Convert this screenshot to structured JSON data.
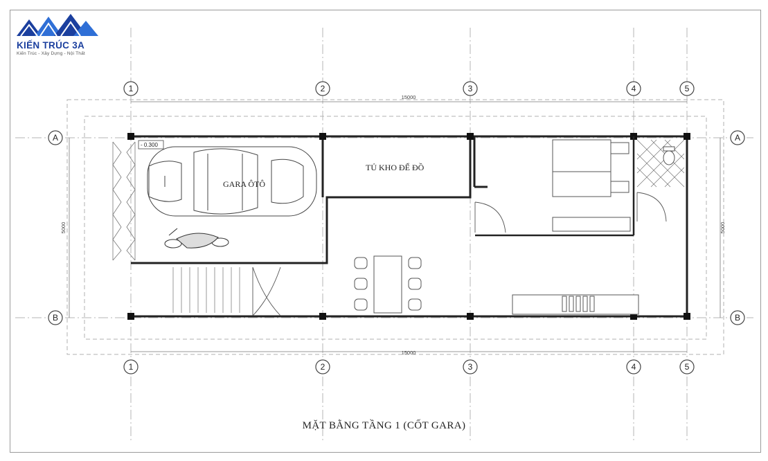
{
  "logo": {
    "brand_name": "KIẾN TRÚC 3A",
    "tagline": "Kiến Trúc - Xây Dựng - Nội Thất",
    "primary_color": "#1b3f9e",
    "accent_color": "#2f6fd6",
    "icon": "mountain-peaks-logo-icon"
  },
  "drawing": {
    "title": "MẶT BẰNG TẦNG 1 (CỐT GARA)",
    "grid_columns": [
      "1",
      "2",
      "3",
      "4",
      "5"
    ],
    "grid_rows": [
      "A",
      "B"
    ],
    "dimension_top": "15000",
    "dimension_bottom": "15000",
    "dimension_left": "5000",
    "dimension_right": "5000",
    "level_tag": "- 0.300",
    "rooms": {
      "garage": "GARA ÔTÔ",
      "storage": "TỦ KHO ĐỂ ĐỒ"
    },
    "wall_color": "#222222",
    "grid_line_color": "#b5b5b5"
  }
}
